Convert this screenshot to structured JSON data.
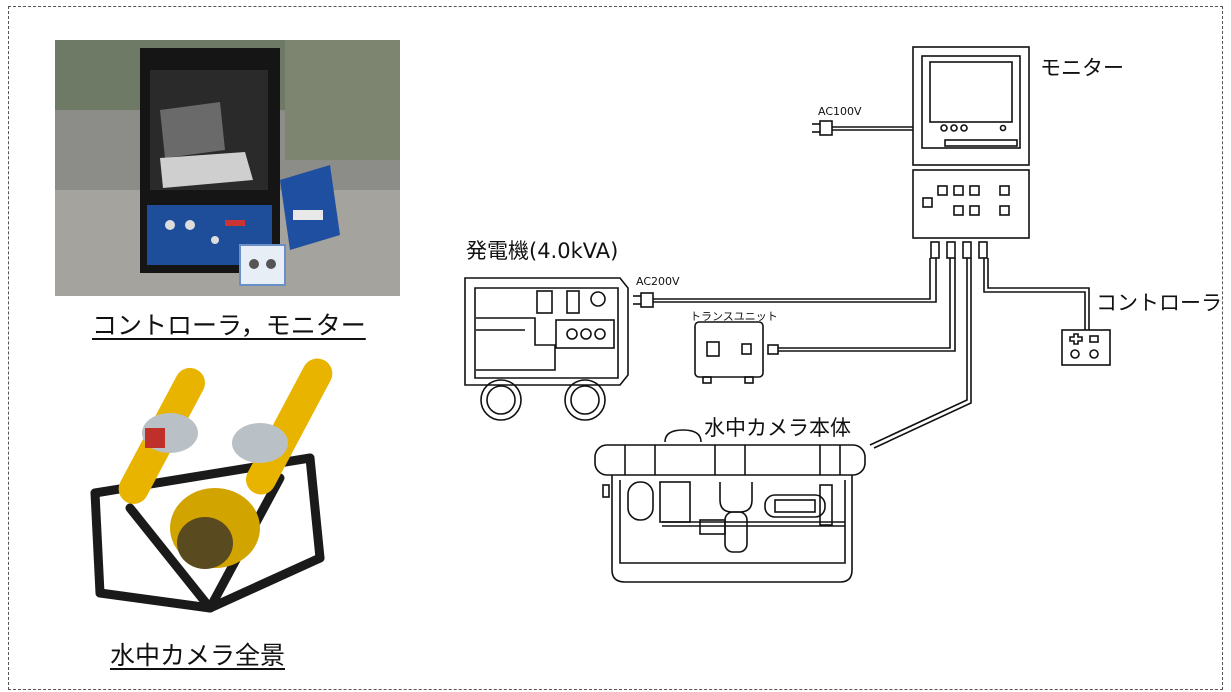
{
  "captions": {
    "controller_monitor": "コントローラ，モニター",
    "camera_overview": "水中カメラ全景"
  },
  "labels": {
    "monitor": "モニター",
    "ac100": "AC100V",
    "generator": "発電機(4.0kVA)",
    "ac200": "AC200V",
    "trans_unit": "トランスユニット",
    "controller": "コントローラ",
    "camera_body": "水中カメラ本体"
  },
  "colors": {
    "line": "#111111",
    "frame": "#555555",
    "camera_yellow": "#e8b400",
    "case_blue": "#1f4fa0"
  }
}
